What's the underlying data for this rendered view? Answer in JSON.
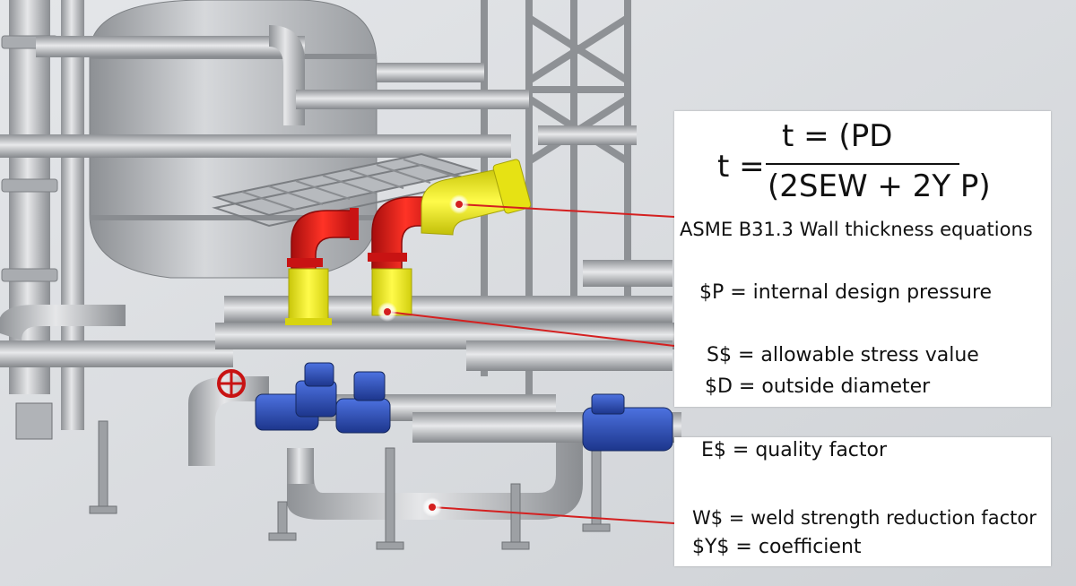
{
  "equation": {
    "lhs": "t =",
    "numerator": "t = (PD",
    "denominator": "(2SEW + 2Y P)"
  },
  "title": "ASME B31.3 Wall thicknesѕ equations",
  "definitions": [
    "$P = internal design pressure",
    "S$ = allowable stress value",
    "$D = outside diameter",
    "E$ = quality factor",
    "W$ = weld strength reduction factor",
    "$Y$ = coefficient"
  ],
  "colors": {
    "highlight_red": "#e8161b",
    "highlight_yellow": "#f2ef1a",
    "motor_blue": "#2d4fb8",
    "leader_line": "#d42020",
    "pipe_gray": "#b9bcc0"
  }
}
